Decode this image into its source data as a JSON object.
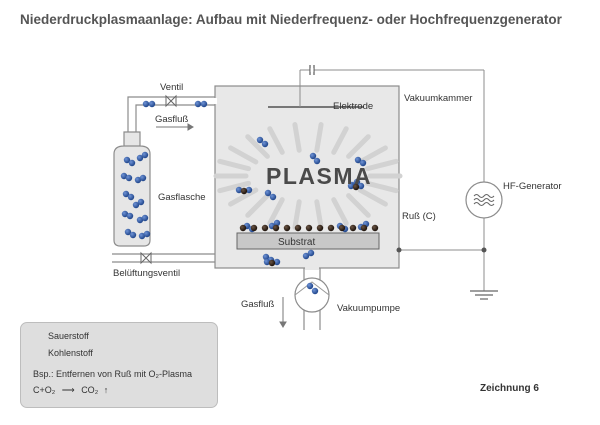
{
  "title": "Niederdruckplasmaanlage: Aufbau mit Niederfrequenz- oder Hochfrequenzgenerator",
  "labels": {
    "ventil": "Ventil",
    "gasfluss_top": "Gasfluß",
    "gasflasche": "Gasflasche",
    "belueftungsventil": "Belüftungsventil",
    "elektrode": "Elektrode",
    "vakuumkammer": "Vakuumkammer",
    "plasma": "PLASMA",
    "russ": "Ruß (C)",
    "substrat": "Substrat",
    "hf_generator": "HF-Generator",
    "gasfluss_bottom": "Gasfluß",
    "vakuumpumpe": "Vakuumpumpe"
  },
  "legend": {
    "sauerstoff": "Sauerstoff",
    "kohlenstoff": "Kohlenstoff",
    "example": "Bsp.: Entfernen von Ruß mit O₂-Plasma",
    "equation_left": "C+O₂",
    "equation_right": "CO₂"
  },
  "footer": "Zeichnung 6",
  "colors": {
    "oxygen": "#2e5ca8",
    "carbon": "#3a2a1e",
    "line": "#8c8c8c"
  }
}
